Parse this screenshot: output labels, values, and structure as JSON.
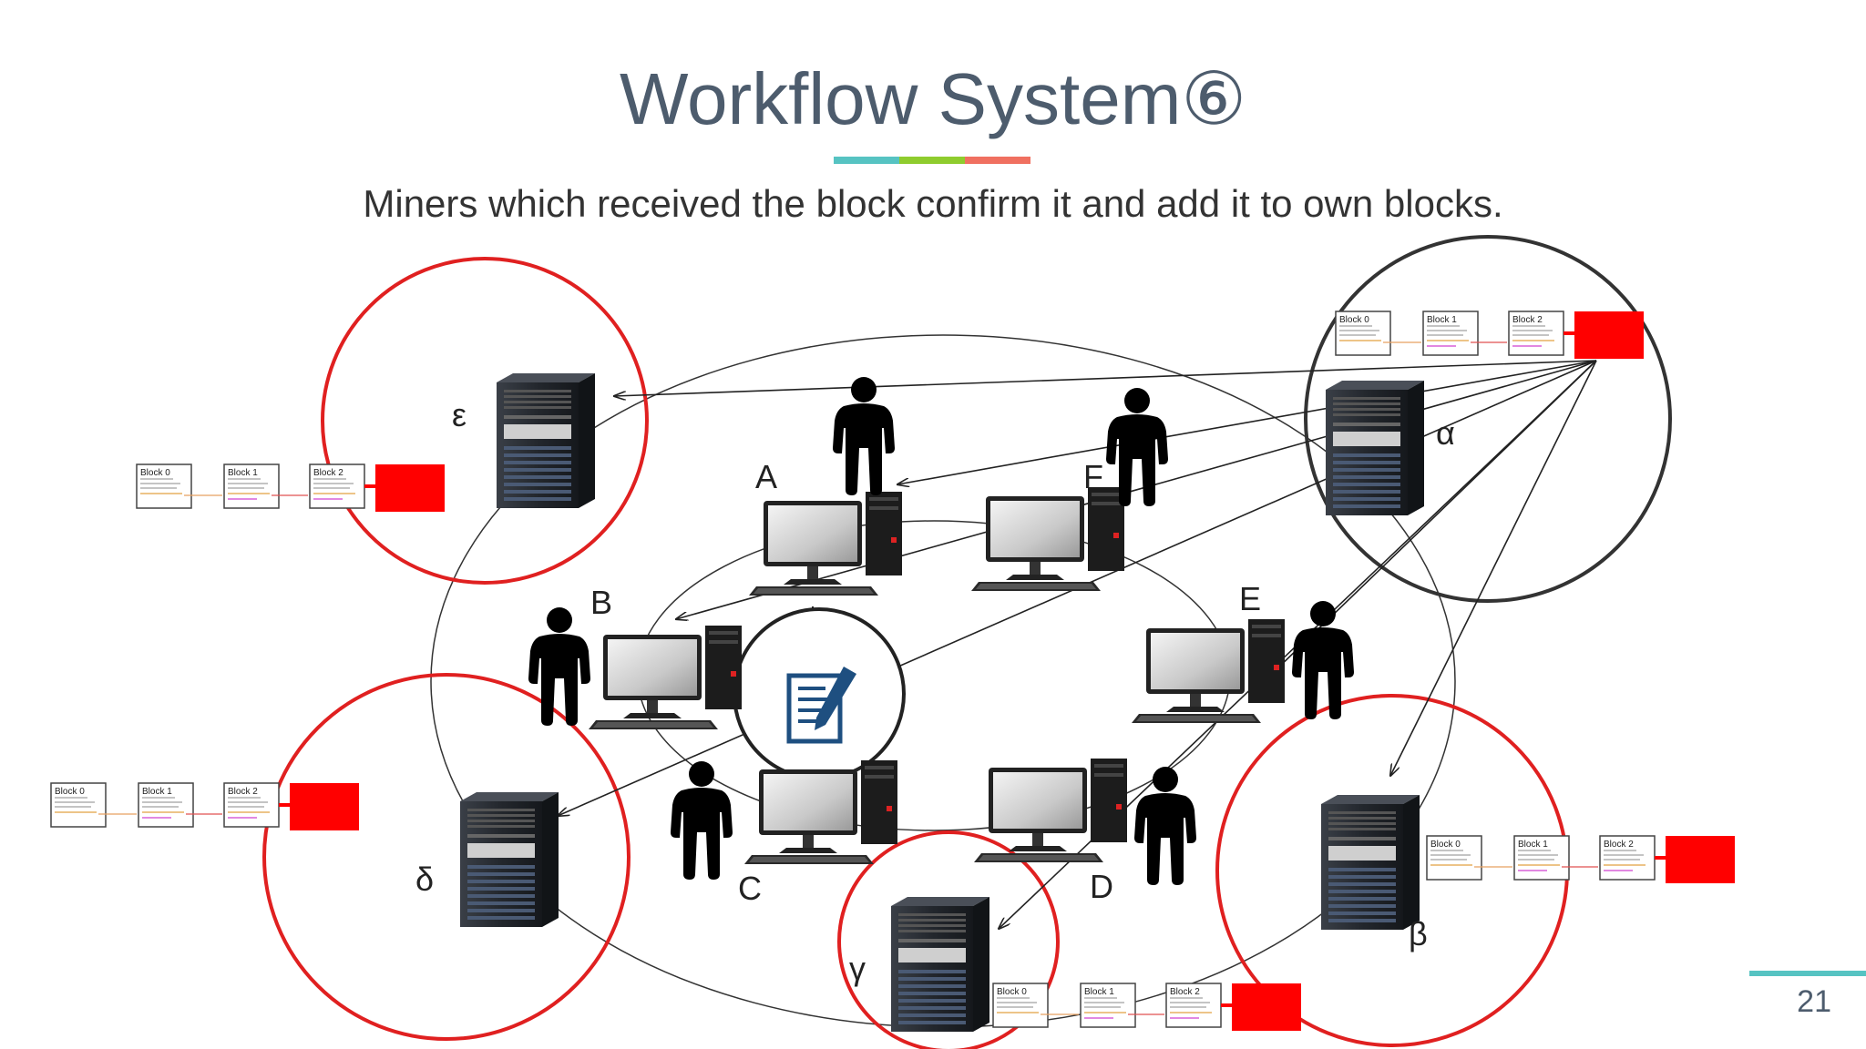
{
  "slide": {
    "title": "Workflow System⑥",
    "subtitle": "Miners  which received the block confirm it and add it to own blocks.",
    "page_number": "21",
    "accent_colors": [
      "#56c3c2",
      "#8fcc2e",
      "#f07060"
    ]
  },
  "diagram": {
    "clients": [
      {
        "id": "A",
        "label": "A"
      },
      {
        "id": "B",
        "label": "B"
      },
      {
        "id": "C",
        "label": "C"
      },
      {
        "id": "D",
        "label": "D"
      },
      {
        "id": "E",
        "label": "E"
      },
      {
        "id": "F",
        "label": "F"
      }
    ],
    "miners": [
      {
        "id": "alpha",
        "label": "α"
      },
      {
        "id": "beta",
        "label": "β"
      },
      {
        "id": "gamma",
        "label": "γ"
      },
      {
        "id": "delta",
        "label": "δ"
      },
      {
        "id": "epsilon",
        "label": "ε"
      }
    ],
    "block_labels": [
      "Block 0",
      "Block 1",
      "Block 2"
    ],
    "colors": {
      "miner_highlight": "#e02020",
      "miner_origin": "#333333",
      "new_block": "#ff0000",
      "document_icon": "#1e4f80"
    }
  }
}
